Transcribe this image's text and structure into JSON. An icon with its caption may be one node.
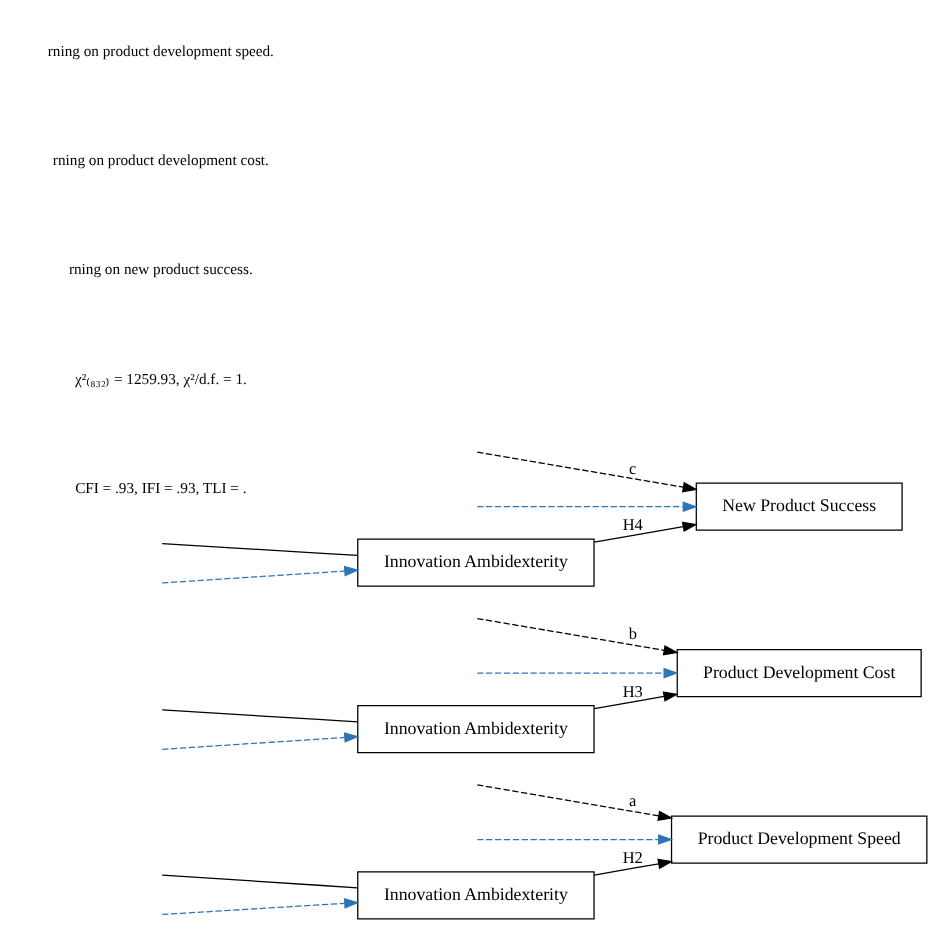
{
  "diagram": {
    "nodes": [
      {
        "text": [
          "Innovation Ambidexterity"
        ]
      },
      {
        "text": [
          "Product Development Speed"
        ]
      },
      {
        "text": [
          "Innovation Ambidexterity"
        ]
      },
      {
        "text": [
          "Product Development Cost"
        ]
      },
      {
        "text": [
          "Innovation Ambidexterity"
        ]
      },
      {
        "text": [
          "New Product Success"
        ]
      }
    ],
    "edges": [
      {
        "from": null,
        "to": 1,
        "arrow": "to",
        "label": "a",
        "style": "dashed"
      },
      {
        "from": null,
        "to": 0,
        "arrow": "none"
      },
      {
        "from": 0,
        "to": 1,
        "arrow": "to",
        "label": "H2"
      },
      {
        "from": null,
        "to": 1,
        "arrow": "to",
        "style": "dashed",
        "color": "#2e75b6"
      },
      {
        "from": null,
        "to": 0,
        "arrow": "to",
        "style": "dashed",
        "color": "#2e75b6"
      },
      {
        "from": null,
        "to": 3,
        "arrow": "to",
        "label": "b",
        "style": "dashed"
      },
      {
        "from": null,
        "to": 2,
        "arrow": "none"
      },
      {
        "from": 2,
        "to": 3,
        "arrow": "to",
        "label": "H3"
      },
      {
        "from": null,
        "to": 3,
        "arrow": "to",
        "style": "dashed",
        "color": "#2e75b6"
      },
      {
        "from": null,
        "to": 2,
        "arrow": "to",
        "style": "dashed",
        "color": "#2e75b6"
      },
      {
        "from": null,
        "to": 5,
        "arrow": "to",
        "label": "c",
        "style": "dashed"
      },
      {
        "from": null,
        "to": 4,
        "arrow": "none"
      },
      {
        "from": 4,
        "to": 5,
        "arrow": "to",
        "label": "H4"
      },
      {
        "from": null,
        "to": 5,
        "arrow": "to",
        "style": "dashed",
        "color": "#2e75b6"
      },
      {
        "from": null,
        "to": 4,
        "arrow": "to",
        "style": "dashed",
        "color": "#2e75b6"
      }
    ],
    "labels": [
      "rning on product development speed.",
      "rning on product development cost.",
      "rning on new product success.",
      "χ²₍₈₃₂₎ = 1259.93, χ²/d.f. = 1.",
      "CFI = .93, IFI = .93, TLI = ."
    ]
  }
}
